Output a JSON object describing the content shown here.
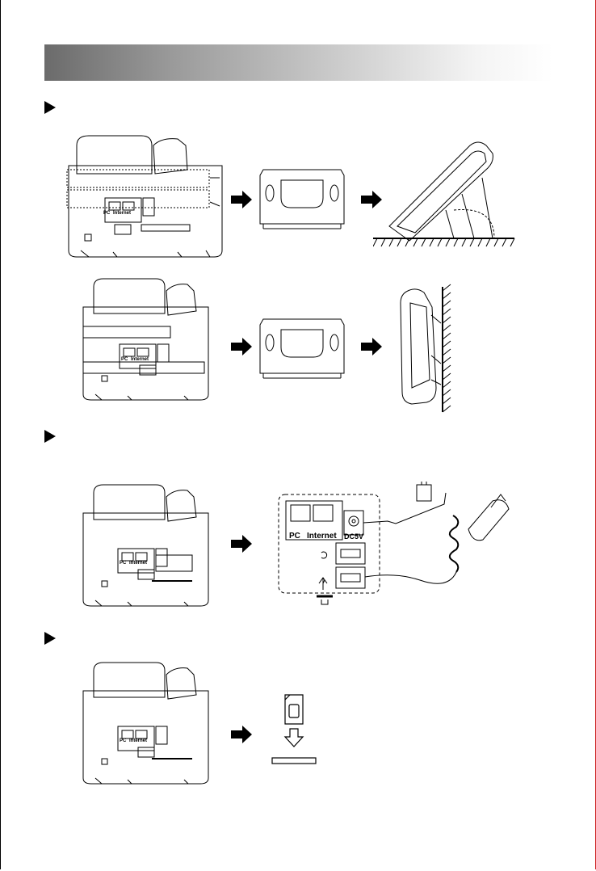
{
  "ports": {
    "pc_label": "PC",
    "internet_label": "Internet",
    "dc_label": "DC5V"
  },
  "sections": [
    {
      "id": "stand-install"
    },
    {
      "id": "connect-cables"
    },
    {
      "id": "sim-install"
    }
  ]
}
